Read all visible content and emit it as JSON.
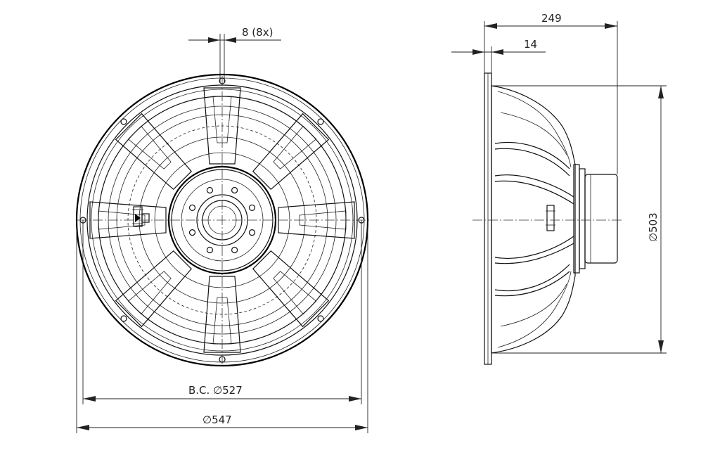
{
  "dimensions": {
    "hole_spec": "8 (8x)",
    "depth": "249",
    "flange_thickness": "14",
    "cone_diameter": "∅503",
    "bolt_circle": "B.C. ∅527",
    "outer_diameter": "∅547"
  }
}
